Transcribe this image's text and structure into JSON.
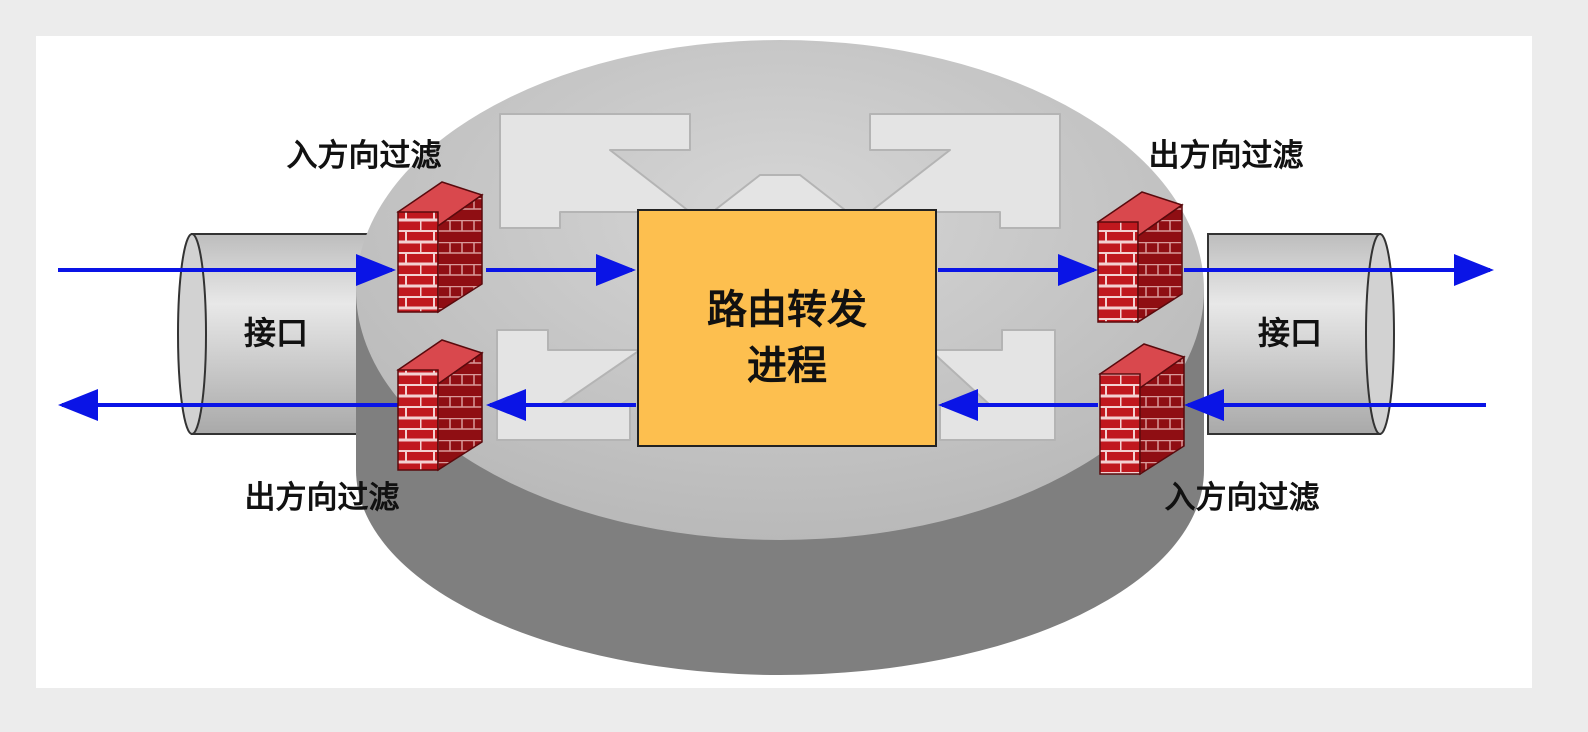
{
  "diagram": {
    "center_box": {
      "line1": "路由转发",
      "line2": "进程"
    },
    "left_interface": {
      "label": "接口"
    },
    "right_interface": {
      "label": "接口"
    },
    "labels": {
      "left_top": "入方向过滤",
      "left_bottom": "出方向过滤",
      "right_top": "出方向过滤",
      "right_bottom": "入方向过滤"
    },
    "colors": {
      "arrow": "#0a14e6",
      "center_box": "#fdbf4f",
      "firewall": "#c0181e",
      "router_top": "#c8c8c8",
      "router_side": "#7f7f7f",
      "cross_arrows": "#e6e6e6"
    }
  }
}
